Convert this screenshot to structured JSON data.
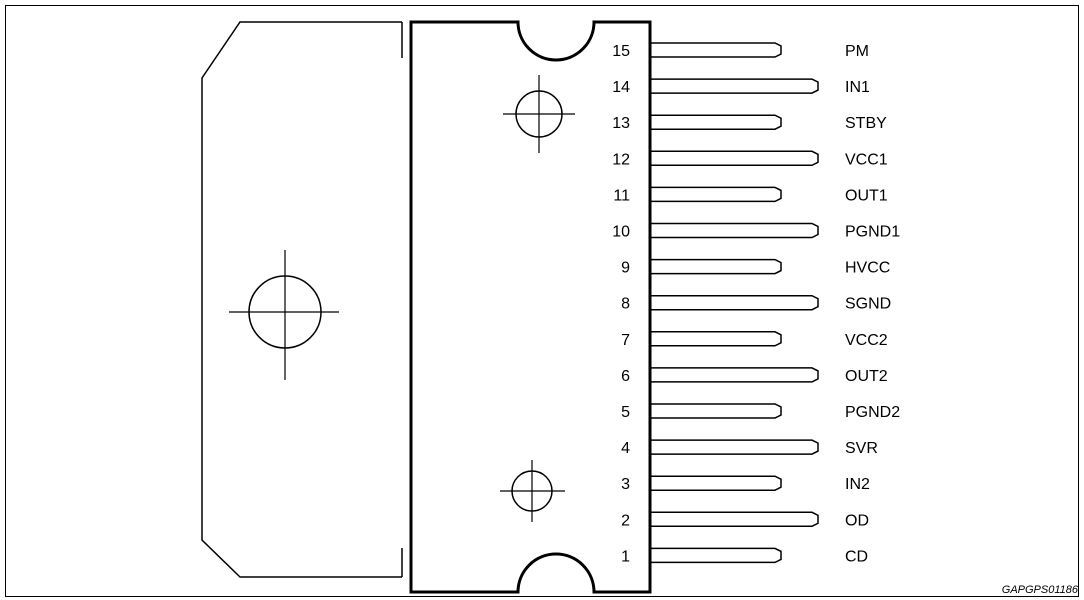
{
  "diagram": {
    "figure_code": "GAPGPS01186",
    "pins": [
      {
        "number": "15",
        "label": "PM"
      },
      {
        "number": "14",
        "label": "IN1"
      },
      {
        "number": "13",
        "label": "STBY"
      },
      {
        "number": "12",
        "label": "VCC1"
      },
      {
        "number": "11",
        "label": "OUT1"
      },
      {
        "number": "10",
        "label": "PGND1"
      },
      {
        "number": "9",
        "label": "HVCC"
      },
      {
        "number": "8",
        "label": "SGND"
      },
      {
        "number": "7",
        "label": "VCC2"
      },
      {
        "number": "6",
        "label": "OUT2"
      },
      {
        "number": "5",
        "label": "PGND2"
      },
      {
        "number": "4",
        "label": "SVR"
      },
      {
        "number": "3",
        "label": "IN2"
      },
      {
        "number": "2",
        "label": "OD"
      },
      {
        "number": "1",
        "label": "CD"
      }
    ]
  }
}
